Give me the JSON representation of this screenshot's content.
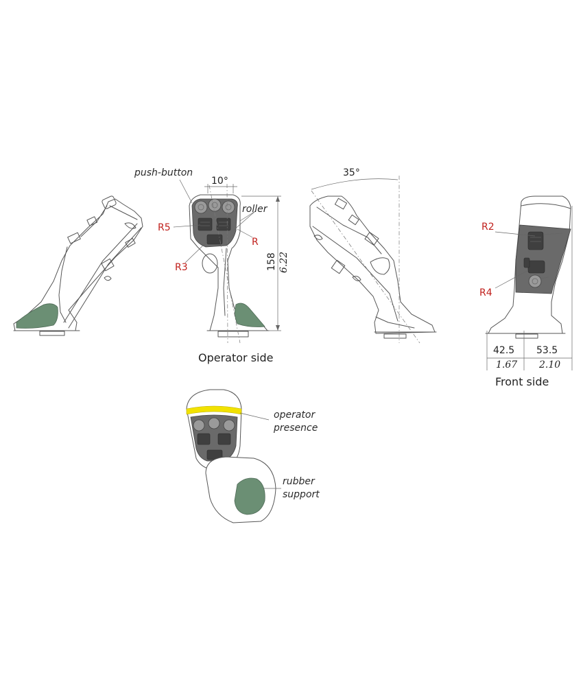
{
  "labels": {
    "push_button": "push-button",
    "roller": "roller",
    "r": "R",
    "r2": "R2",
    "r3": "R3",
    "r4": "R4",
    "r5": "R5",
    "angle_10": "10°",
    "angle_35": "35°",
    "height_mm": "158",
    "height_in": "6.22",
    "depth_left_mm": "42.5",
    "depth_right_mm": "53.5",
    "depth_left_in": "1.67",
    "depth_right_in": "2.10",
    "operator_presence_1": "operator",
    "operator_presence_2": "presence",
    "rubber_support_1": "rubber",
    "rubber_support_2": "support"
  },
  "captions": {
    "operator_side": "Operator side",
    "front_side": "Front side"
  },
  "colors": {
    "rubber": "#6b8f74",
    "panel": "#6a6a6a",
    "presence_strip": "#f2e200",
    "callout_red": "#c0201c"
  }
}
